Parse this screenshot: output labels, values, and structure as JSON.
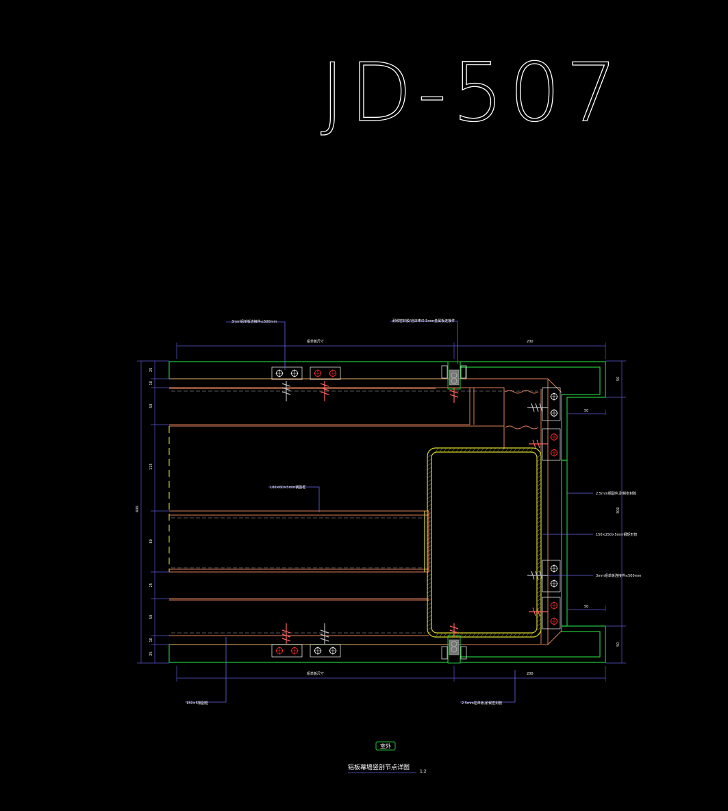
{
  "title": "JD-507",
  "colors": {
    "background": "#000000",
    "outline_green": "#22c43a",
    "section_orange": "#e0805a",
    "steel_yellow": "#d8d830",
    "dimension_blue": "#5a5ad8",
    "leader_blue": "#6a6af0",
    "fastener_red": "#ff3030",
    "text": "#ffffff"
  },
  "annotations": {
    "top_left": "3mm铝单板连接件≤500mm",
    "top_right": "耐候密封胶/泡沫棒/0.5mm金属板连接件",
    "center": "100×60×5mm钢副框",
    "right_1": "2.5mm钢副件,耐候密封胶",
    "right_2": "150×250×5mm钢矩形管",
    "right_3": "3mm铝单板连接件≤500mm",
    "bottom_left": "150×5钢副框",
    "bottom_right": "2.5mm铝单板,耐候密封胶"
  },
  "dimensions": {
    "top_left": "铝单板尺寸",
    "top_right": "200",
    "bottom_left": "铝单板尺寸",
    "bottom_right": "200",
    "left_total": "400",
    "left_segments": [
      "25",
      "10",
      "50",
      "115",
      "80",
      "25",
      "50",
      "10",
      "25"
    ],
    "right_top": "50",
    "right_mid": "300",
    "right_bottom": "50",
    "inner_top": "50",
    "inner_bottom": "50"
  },
  "labels": {
    "exterior": "室外"
  },
  "caption": {
    "title": "铝板幕墙竖剖节点详图",
    "scale": "1:2"
  }
}
